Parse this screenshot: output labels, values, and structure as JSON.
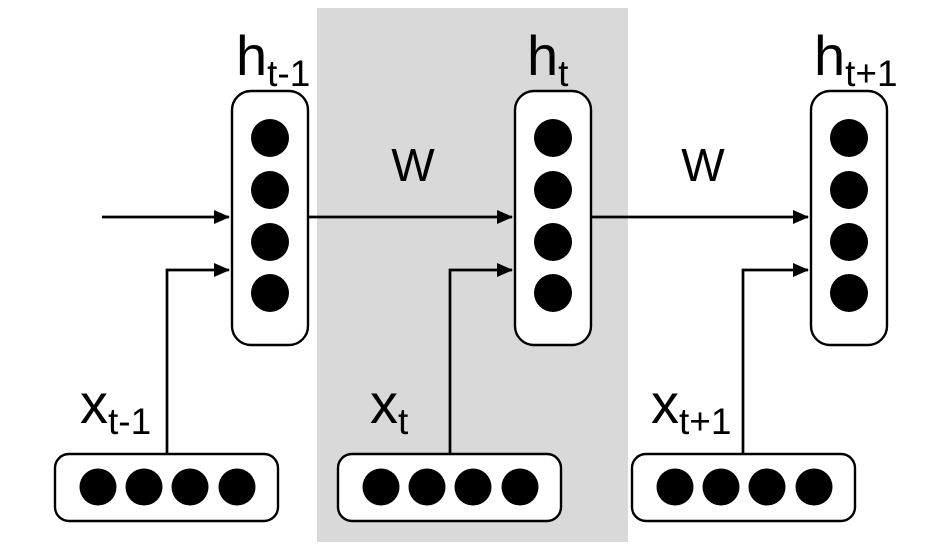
{
  "colors": {
    "background": "#ffffff",
    "highlight_band": "#d9d9d9",
    "box_fill": "#ffffff",
    "stroke": "#000000",
    "unit_fill": "#000000"
  },
  "labels": {
    "hidden_states": [
      {
        "main": "h",
        "sub": "t-1"
      },
      {
        "main": "h",
        "sub": "t"
      },
      {
        "main": "h",
        "sub": "t+1"
      }
    ],
    "inputs": [
      {
        "main": "x",
        "sub": "t-1"
      },
      {
        "main": "x",
        "sub": "t"
      },
      {
        "main": "x",
        "sub": "t+1"
      }
    ],
    "weights": [
      {
        "label": "W"
      },
      {
        "label": "W"
      }
    ]
  },
  "structure": {
    "timesteps": 3,
    "units_per_hidden_state": 4,
    "units_per_input": 4,
    "highlighted_timestep": "t"
  }
}
